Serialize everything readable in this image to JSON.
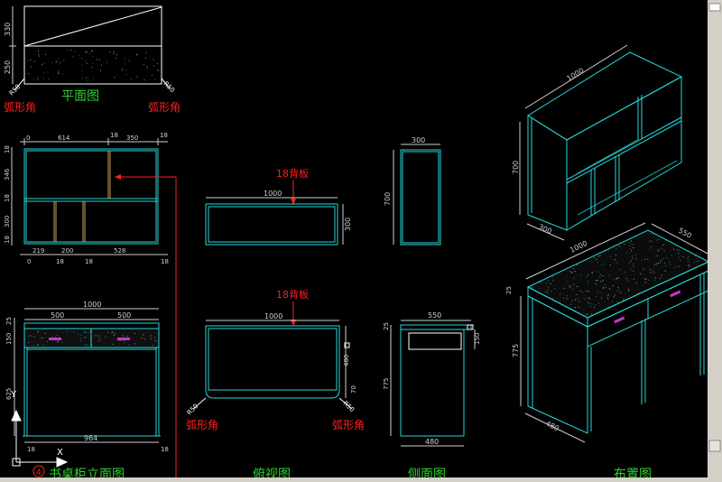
{
  "colors": {
    "background": "#000000",
    "outline": "#ffffff",
    "cyan": "#26d9d9",
    "dim": "#cfcfcf",
    "title_green": "#2fd02f",
    "note_red": "#ff2020",
    "handle": "#cc33cc",
    "grain": "#2a2a2a"
  },
  "views": {
    "plan_top": {
      "title": "平面图",
      "dims": {
        "d330": "330",
        "d250": "250",
        "r50_left": "R50",
        "r50_right": "R50"
      },
      "notes": {
        "arc_left": "弧形角",
        "arc_right": "弧形角"
      }
    },
    "shelf_front": {
      "dims": {
        "top": [
          "0",
          "614",
          "18",
          "350",
          "18"
        ],
        "left": [
          "18",
          "346",
          "18",
          "300",
          "18"
        ],
        "bottom": [
          "219",
          "200",
          "528"
        ],
        "bottom_thick": [
          "0",
          "18",
          "18",
          "18"
        ]
      }
    },
    "shelf_top": {
      "note": "18背板",
      "dims": {
        "width": "1000",
        "depth": "300"
      }
    },
    "shelf_side": {
      "dims": {
        "depth": "300",
        "height": "700"
      }
    },
    "shelf_iso": {
      "dims": {
        "width": "1000",
        "height": "700",
        "depth": "300"
      }
    },
    "desk_front": {
      "title": "书桌柜立面图",
      "badge": "4",
      "dims": {
        "total": "1000",
        "half_left": "500",
        "half_right": "500",
        "top25": "25",
        "drawer150": "150",
        "leg625": "625",
        "inner964": "964",
        "foot18_left": "18",
        "foot18_right": "18"
      }
    },
    "desk_top": {
      "title": "俯视图",
      "note": "18背板",
      "dims": {
        "width": "1000",
        "depth": "480",
        "d70": "70",
        "r50_left": "R50",
        "r50_right": "R50"
      },
      "notes": {
        "arc_left": "弧形角",
        "arc_right": "弧形角"
      }
    },
    "desk_side": {
      "title": "侧面图",
      "dims": {
        "top550": "550",
        "d25": "25",
        "d150": "150",
        "d775": "775",
        "bottom480": "480"
      }
    },
    "desk_iso": {
      "title": "布置图",
      "dims": {
        "width": "1000",
        "depth": "550",
        "d25": "25",
        "height": "775",
        "bottom480": "480"
      }
    }
  },
  "ucs": {
    "y": "Y",
    "x": "X"
  }
}
